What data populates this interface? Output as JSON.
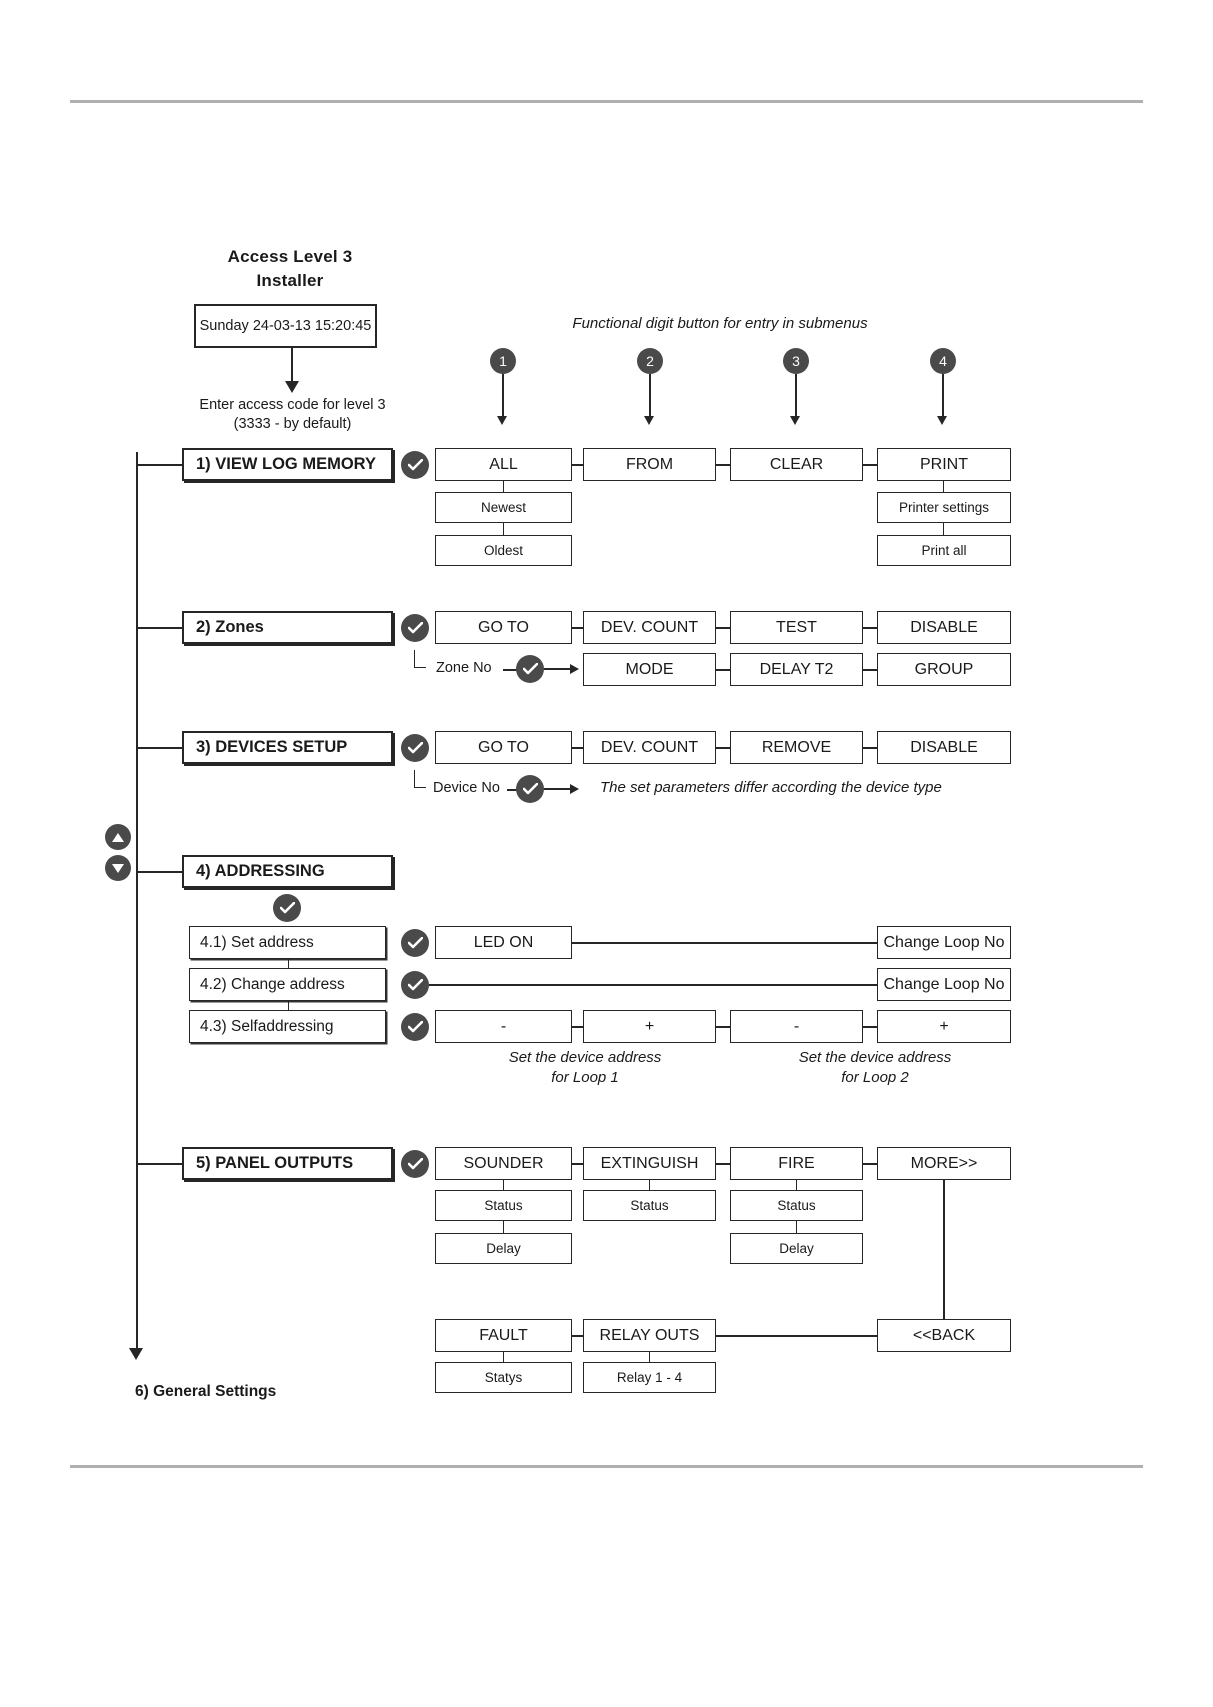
{
  "page": {
    "title_line1": "Access Level 3",
    "title_line2": "Installer",
    "display_text": "Sunday 24-03-13 15:20:45",
    "access_code_note_line1": "Enter access code for level 3",
    "access_code_note_line2": "(3333 - by default)",
    "functional_note": "Functional digit button for entry in submenus",
    "footer_item": "6) General Settings"
  },
  "digit_buttons": [
    {
      "label": "1"
    },
    {
      "label": "2"
    },
    {
      "label": "3"
    },
    {
      "label": "4"
    }
  ],
  "icons": {
    "enter_ok": "check-circle-icon",
    "nav_up": "chevron-up-icon",
    "nav_down": "chevron-down-icon"
  },
  "menus": [
    {
      "id": "view-log-memory",
      "label": "1) VIEW LOG MEMORY",
      "columns": [
        {
          "label": "ALL",
          "children": [
            "Newest",
            "Oldest"
          ]
        },
        {
          "label": "FROM",
          "children": []
        },
        {
          "label": "CLEAR",
          "children": []
        },
        {
          "label": "PRINT",
          "children": [
            "Printer settings",
            "Print all"
          ]
        }
      ]
    },
    {
      "id": "zones",
      "label": "2) Zones",
      "row1": [
        "GO TO",
        "DEV. COUNT",
        "TEST",
        "DISABLE"
      ],
      "sub_label": "Zone No",
      "row2": [
        "MODE",
        "DELAY T2",
        "GROUP"
      ]
    },
    {
      "id": "devices-setup",
      "label": "3) DEVICES SETUP",
      "row1": [
        "GO TO",
        "DEV. COUNT",
        "REMOVE",
        "DISABLE"
      ],
      "sub_label": "Device No",
      "note": "The set parameters differ according the device type"
    },
    {
      "id": "addressing",
      "label": "4) ADDRESSING",
      "sub_items": [
        {
          "label": "4.1) Set address",
          "right": [
            "LED ON",
            "Change Loop No"
          ]
        },
        {
          "label": "4.2) Change address",
          "right": [
            "Change Loop No"
          ]
        },
        {
          "label": "4.3) Selfaddressing",
          "right": [
            "-",
            "+",
            "-",
            "+"
          ]
        }
      ],
      "loop_note_1_line1": "Set the device address",
      "loop_note_1_line2": "for Loop 1",
      "loop_note_2_line1": "Set the device address",
      "loop_note_2_line2": "for Loop 2"
    },
    {
      "id": "panel-outputs",
      "label": "5) PANEL OUTPUTS",
      "columns": [
        {
          "label": "SOUNDER",
          "children": [
            "Status",
            "Delay"
          ]
        },
        {
          "label": "EXTINGUISH",
          "children": [
            "Status"
          ]
        },
        {
          "label": "FIRE",
          "children": [
            "Status",
            "Delay"
          ]
        },
        {
          "label": "MORE>>",
          "children": []
        }
      ],
      "more_row": [
        {
          "label": "FAULT",
          "children": [
            "Statys"
          ]
        },
        {
          "label": "RELAY OUTS",
          "children": [
            "Relay 1 - 4"
          ]
        },
        {
          "label": "<<BACK",
          "children": []
        }
      ]
    }
  ],
  "colors": {
    "badge": "#4a4a4a",
    "line": "#262626",
    "rule": "#b0b0b0"
  }
}
